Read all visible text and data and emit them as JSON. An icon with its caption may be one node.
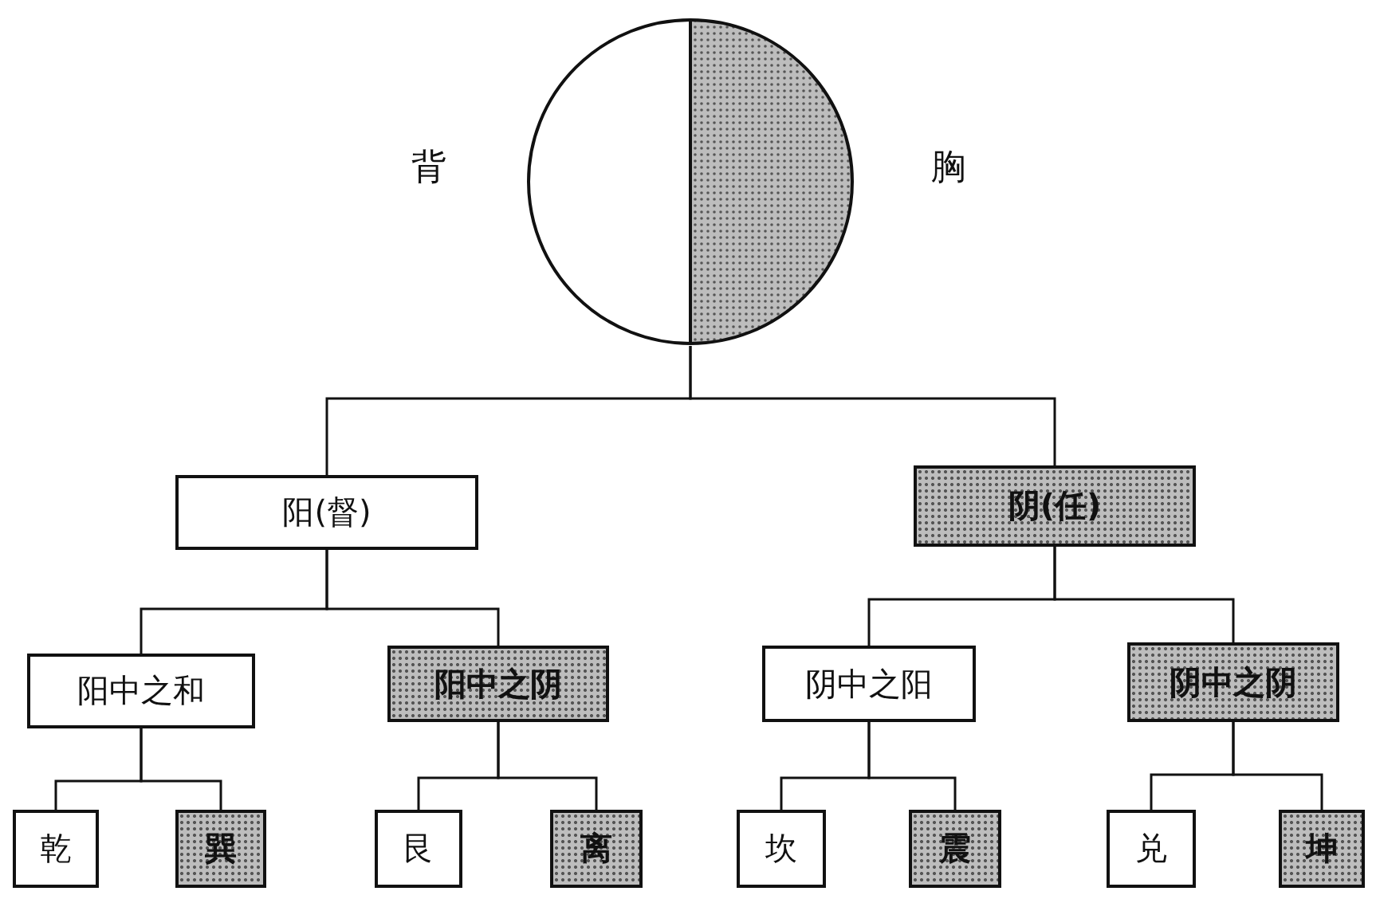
{
  "diagram": {
    "nodes": [
      {
        "text": [],
        "shape": "circle"
      },
      {
        "text": [
          "阳(督)"
        ]
      },
      {
        "text": [
          "阴(任)"
        ]
      },
      {
        "text": [
          "阳中之和"
        ]
      },
      {
        "text": [
          "阳中之阴"
        ]
      },
      {
        "text": [
          "阴中之阳"
        ]
      },
      {
        "text": [
          "阴中之阴"
        ]
      },
      {
        "text": [
          "乾"
        ]
      },
      {
        "text": [
          "巽"
        ]
      },
      {
        "text": [
          "艮"
        ]
      },
      {
        "text": [
          "离"
        ]
      },
      {
        "text": [
          "坎"
        ]
      },
      {
        "text": [
          "震"
        ]
      },
      {
        "text": [
          "兑"
        ]
      },
      {
        "text": [
          "坤"
        ]
      }
    ],
    "edges": [
      {
        "from": 0,
        "to": 1,
        "arrow": "none"
      },
      {
        "from": 0,
        "to": 2,
        "arrow": "none"
      },
      {
        "from": 1,
        "to": 3,
        "arrow": "none"
      },
      {
        "from": 1,
        "to": 4,
        "arrow": "none"
      },
      {
        "from": 2,
        "to": 5,
        "arrow": "none"
      },
      {
        "from": 2,
        "to": 6,
        "arrow": "none"
      },
      {
        "from": 3,
        "to": 7,
        "arrow": "none"
      },
      {
        "from": 3,
        "to": 8,
        "arrow": "none"
      },
      {
        "from": 4,
        "to": 9,
        "arrow": "none"
      },
      {
        "from": 4,
        "to": 10,
        "arrow": "none"
      },
      {
        "from": 5,
        "to": 11,
        "arrow": "none"
      },
      {
        "from": 5,
        "to": 12,
        "arrow": "none"
      },
      {
        "from": 6,
        "to": 13,
        "arrow": "none"
      },
      {
        "from": 6,
        "to": 14,
        "arrow": "none"
      }
    ],
    "labels": [
      "背",
      "胸"
    ]
  }
}
